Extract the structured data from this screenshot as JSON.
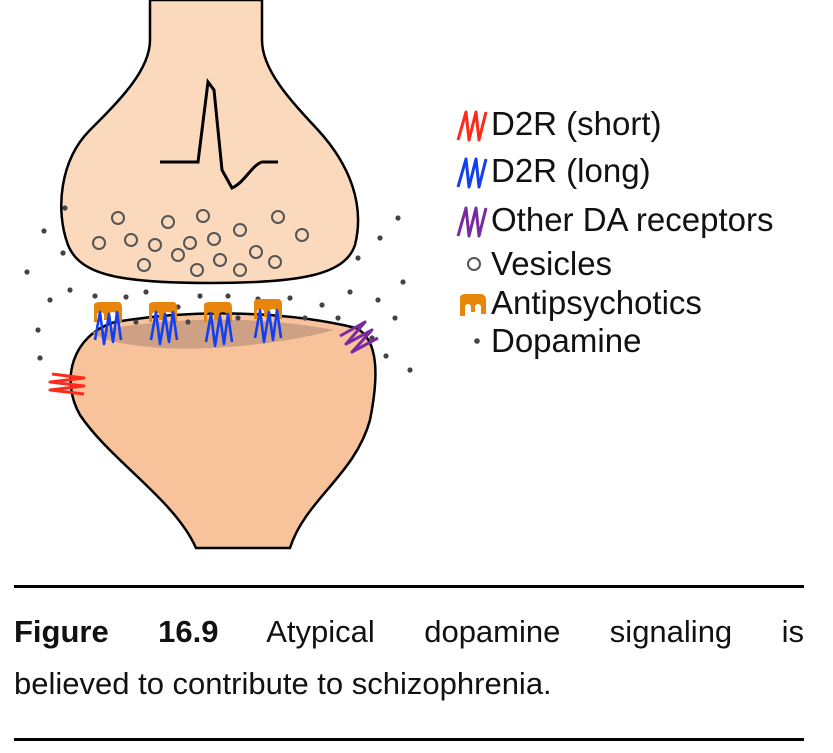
{
  "legend": {
    "items": [
      {
        "key": "d2r_short",
        "label": "D2R (short)",
        "icon": "red-receptor-icon",
        "color": "#ff2a1a"
      },
      {
        "key": "d2r_long",
        "label": "D2R (long)",
        "icon": "blue-receptor-icon",
        "color": "#1240f0"
      },
      {
        "key": "other_da",
        "label": "Other DA receptors",
        "icon": "purple-receptor-icon",
        "color": "#7a2aa0"
      },
      {
        "key": "vesicles",
        "label": "Vesicles",
        "icon": "vesicle-circle-icon",
        "color": "#555555"
      },
      {
        "key": "antipsychotics",
        "label": "Antipsychotics",
        "icon": "orange-antipsychotic-icon",
        "color": "#e8860c"
      },
      {
        "key": "dopamine",
        "label": "Dopamine",
        "icon": "dopamine-dot-icon",
        "color": "#444444"
      }
    ]
  },
  "colors": {
    "presynaptic": "#fbd9bd",
    "postsynaptic": "#f8c39b",
    "density": "#c99d82",
    "outline": "#000000"
  },
  "caption": {
    "lead": "Figure 16.9",
    "line1_rest": "Atypical dopamine signaling is",
    "line2": "believed to contribute to schizophrenia."
  }
}
